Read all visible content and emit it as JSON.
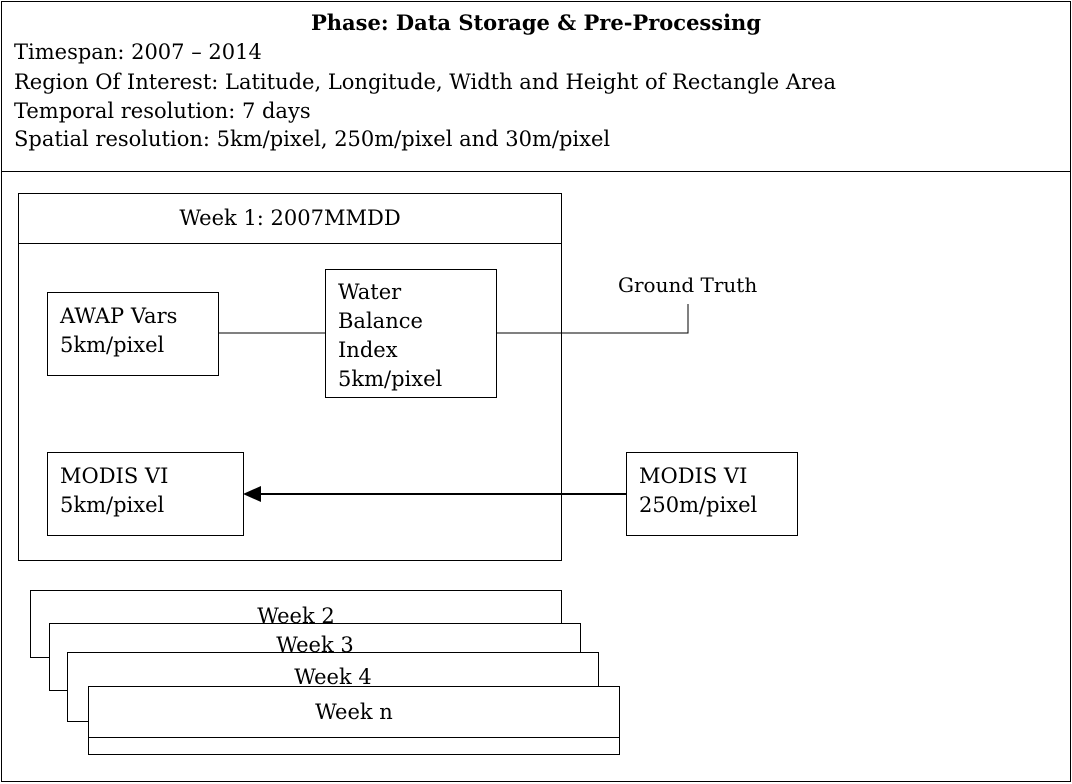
{
  "header": {
    "title": "Phase: Data Storage & Pre-Processing",
    "lines": [
      "Timespan: 2007  –  2014",
      "Region Of Interest: Latitude, Longitude, Width and Height of Rectangle Area",
      "Temporal resolution: 7 days",
      "Spatial resolution: 5km/pixel, 250m/pixel and 30m/pixel"
    ]
  },
  "week1": {
    "title": "Week 1: 2007MMDD",
    "awap": "AWAP Vars\n5km/pixel",
    "wbi": "Water\nBalance\nIndex\n5km/pixel",
    "modis_small": "MODIS VI\n5km/pixel"
  },
  "ground_truth": "Ground Truth",
  "modis_large": "MODIS VI\n250m/pixel",
  "stack": [
    "Week 2",
    "Week 3",
    "Week 4",
    "Week n"
  ]
}
